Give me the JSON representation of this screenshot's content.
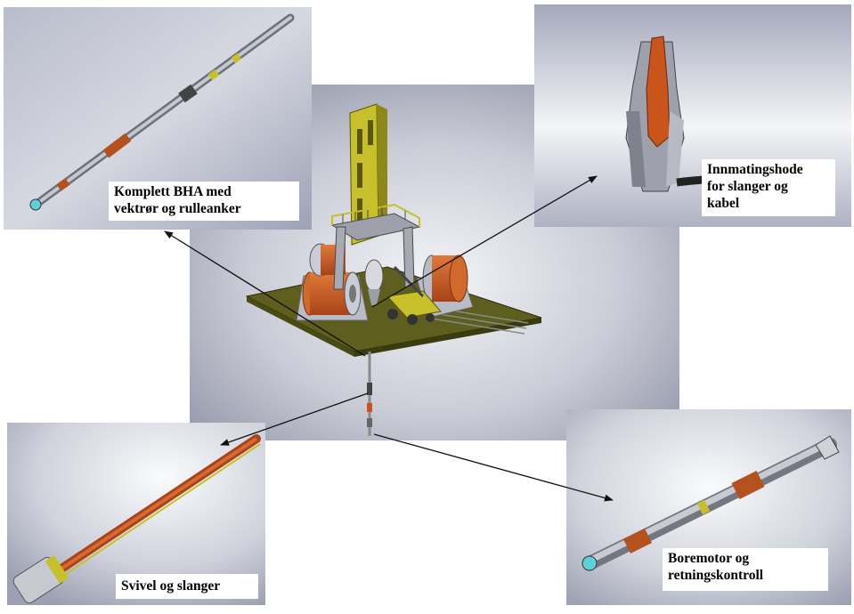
{
  "captions": {
    "bha": {
      "line1": "Komplett BHA  med",
      "line2": "vektrør og rulleanker"
    },
    "feed_head": {
      "line1": "Innmatingshode",
      "line2": "for slanger og",
      "line3": "kabel"
    },
    "swivel": {
      "line1": "Svivel og slanger"
    },
    "motor": {
      "line1": "Boremotor og",
      "line2": "retningskontroll"
    }
  },
  "colors": {
    "platform": "#5e5e1e",
    "steel": "#b9bcc6",
    "hose_orange": "#c9541c",
    "tower_yellow": "#c7c02a",
    "arrow": "#111111"
  }
}
